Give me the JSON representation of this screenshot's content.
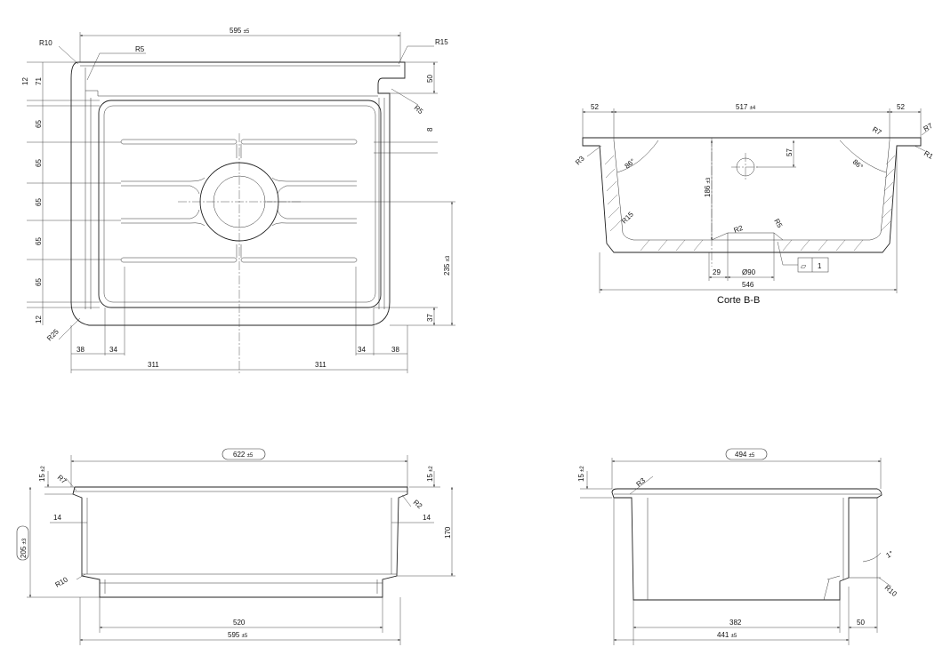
{
  "plan_view": {
    "overall_width": "595",
    "overall_width_tol": "±5",
    "radius_top_left": "R10",
    "radius_inner_top_left": "R5",
    "radius_top_right": "R15",
    "radius_inner_right": "R5",
    "radius_bottom_left": "R25",
    "left_dims": [
      "12",
      "71",
      "65",
      "65",
      "65",
      "65",
      "65",
      "12"
    ],
    "right_dims": [
      "50",
      "8",
      "235",
      "37"
    ],
    "right_dim_235_tol": "±3",
    "bottom_dims": [
      "38",
      "34",
      "311",
      "311",
      "34",
      "38"
    ]
  },
  "section_view": {
    "caption": "Corte B-B",
    "top_dims": [
      "52",
      "517",
      "52"
    ],
    "top_mid_tol": "±4",
    "radii": [
      "R3",
      "R7",
      "R7",
      "R1",
      "R15",
      "R2",
      "R5"
    ],
    "angles": [
      "86°",
      "86°"
    ],
    "depth": "186",
    "depth_tol": "±3",
    "hole_offset": "57",
    "drain_offset": "29",
    "drain_diameter": "Ø90",
    "flatness_symbol": "⏥",
    "flatness_value": "1",
    "bottom_width": "546"
  },
  "front_view": {
    "top_width": "622",
    "top_width_tol": "±5",
    "rim_left": "15",
    "rim_right": "15",
    "rim_tol": "±2",
    "radius_top_left": "R7",
    "radius_top_right": "R2",
    "radius_bottom_left": "R10",
    "wall_left": "14",
    "wall_right": "14",
    "height_total": "205",
    "height_total_tol": "±3",
    "height_inner": "170",
    "base_width": "520",
    "bottom_width": "595",
    "bottom_width_tol": "±5"
  },
  "side_view": {
    "top_width": "494",
    "top_width_tol": "±5",
    "rim": "15",
    "rim_tol": "±2",
    "radius_top": "R3",
    "angle": "1°",
    "radius_bottom": "R10",
    "base_width": "382",
    "overhang": "50",
    "bottom_width": "441",
    "bottom_width_tol": "±5"
  }
}
